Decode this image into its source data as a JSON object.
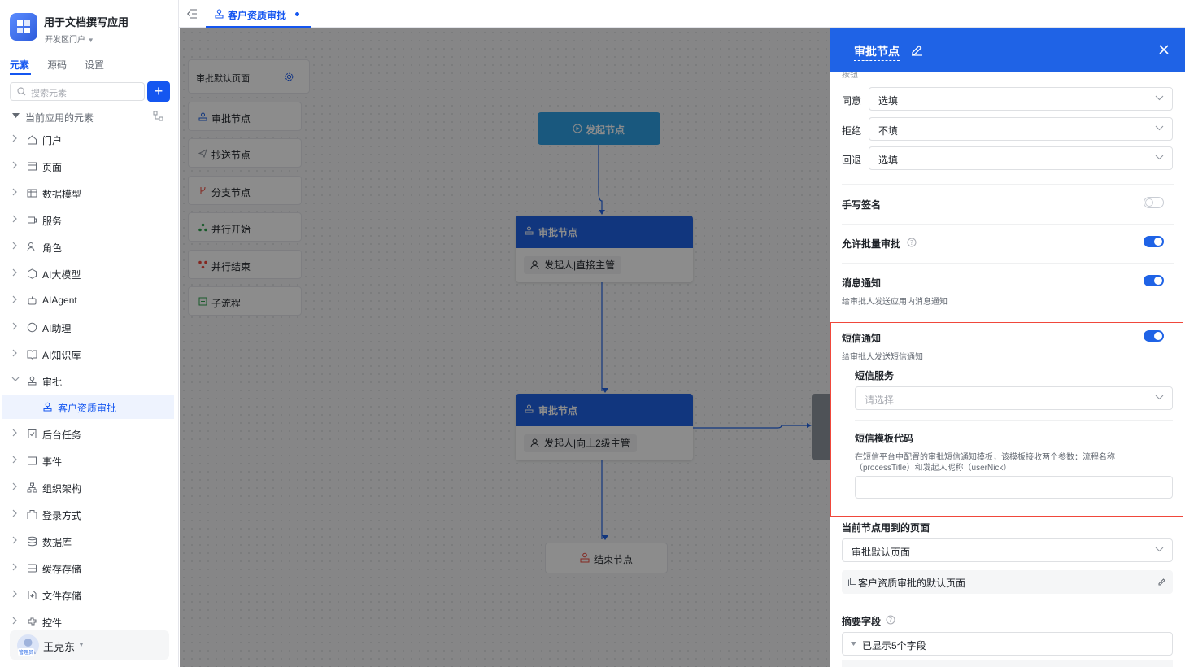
{
  "app": {
    "title": "用于文档撰写应用",
    "portal": "开发区门户"
  },
  "sidebar_tabs": [
    "元素",
    "源码",
    "设置"
  ],
  "search": {
    "placeholder": "搜索元素"
  },
  "section_title": "当前应用的元素",
  "tree": [
    {
      "label": "门户",
      "icon": "home-icon"
    },
    {
      "label": "页面",
      "icon": "page-icon"
    },
    {
      "label": "数据模型",
      "icon": "table-icon"
    },
    {
      "label": "服务",
      "icon": "service-icon"
    },
    {
      "label": "角色",
      "icon": "role-icon"
    },
    {
      "label": "AI大模型",
      "icon": "cube-icon"
    },
    {
      "label": "AIAgent",
      "icon": "robot-icon"
    },
    {
      "label": "AI助理",
      "icon": "ai-icon"
    },
    {
      "label": "AI知识库",
      "icon": "book-icon"
    },
    {
      "label": "审批",
      "icon": "approval-icon"
    },
    {
      "label": "客户资质审批",
      "icon": "approval-icon"
    },
    {
      "label": "后台任务",
      "icon": "task-icon"
    },
    {
      "label": "事件",
      "icon": "event-icon"
    },
    {
      "label": "组织架构",
      "icon": "org-icon"
    },
    {
      "label": "登录方式",
      "icon": "login-icon"
    },
    {
      "label": "数据库",
      "icon": "database-icon"
    },
    {
      "label": "缓存存储",
      "icon": "cache-icon"
    },
    {
      "label": "文件存储",
      "icon": "file-icon"
    },
    {
      "label": "控件",
      "icon": "widget-icon"
    }
  ],
  "user": {
    "name": "王克东",
    "role_badge": "管理员"
  },
  "doc_tab": {
    "title": "客户资质审批"
  },
  "palette": {
    "header": "审批默认页面",
    "items": [
      "审批节点",
      "抄送节点",
      "分支节点",
      "并行开始",
      "并行结束",
      "子流程"
    ]
  },
  "flow": {
    "start": "发起节点",
    "approve1_title": "审批节点",
    "approve1_body": "发起人|直接主管",
    "approve2_title": "审批节点",
    "approve2_body": "发起人|向上2级主管",
    "end": "结束节点"
  },
  "panel": {
    "title": "审批节点",
    "cut_label": "按钮",
    "agree": {
      "label": "同意",
      "value": "选填"
    },
    "reject": {
      "label": "拒绝",
      "value": "不填"
    },
    "back": {
      "label": "回退",
      "value": "选填"
    },
    "handwrite": {
      "label": "手写签名",
      "on": false
    },
    "batch": {
      "label": "允许批量审批",
      "on": true
    },
    "msg": {
      "label": "消息通知",
      "desc": "给审批人发送应用内消息通知",
      "on": true
    },
    "sms": {
      "label": "短信通知",
      "desc": "给审批人发送短信通知",
      "on": true,
      "service_label": "短信服务",
      "service_placeholder": "请选择",
      "template_label": "短信模板代码",
      "template_desc1": "在短信平台中配置的审批短信通知模板，该模板接收两个参数：流程名称",
      "template_desc2": "（processTitle）和发起人昵称（userNick）"
    },
    "pages": {
      "label": "当前节点用到的页面",
      "value": "审批默认页面",
      "default_page": "客户资质审批的默认页面"
    },
    "summary": {
      "label": "摘要字段",
      "value": "已显示5个字段"
    }
  },
  "colors": {
    "accent": "#1f63e6",
    "highlight": "#f0473b"
  }
}
